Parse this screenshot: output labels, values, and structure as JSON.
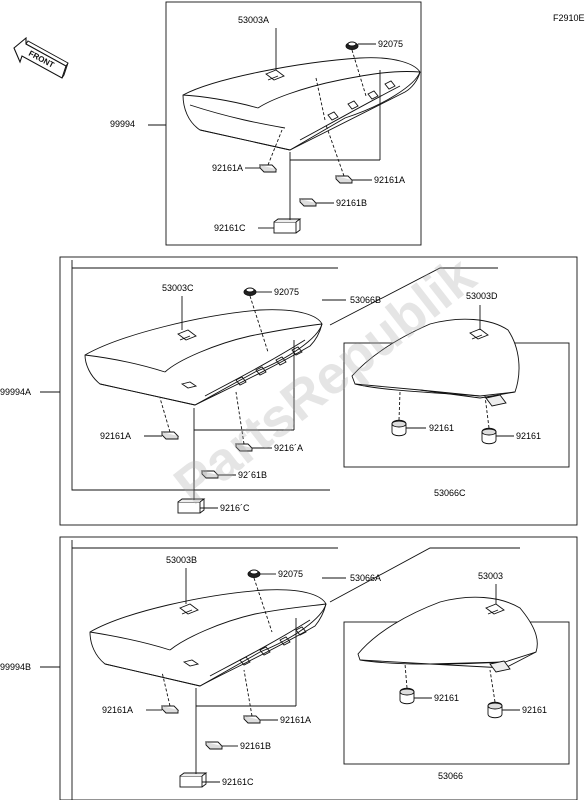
{
  "figure_code": "F2910E",
  "front_label": "FRONT",
  "watermark": "PartsRepublik",
  "top_panel": {
    "assembly": "99994",
    "cover": "53003A",
    "grommet": "92075",
    "damper_left": "92161A",
    "damper_right": "92161A",
    "damper_mid": "92161B",
    "damper_bottom": "92161C"
  },
  "middle_panel": {
    "assembly": "99994A",
    "rider_cover": "53003C",
    "grommet": "92075",
    "passenger_seat_ref": "53066B",
    "damper_left": "92161A",
    "damper_right": "9216´A",
    "damper_mid": "92´61B",
    "damper_bottom": "9216´C",
    "passenger_cover": "53003D",
    "passenger_damper_left": "92161",
    "passenger_damper_right": "92161",
    "passenger_assembly": "53066C"
  },
  "bottom_panel": {
    "assembly": "99994B",
    "rider_cover": "53003B",
    "grommet": "92075",
    "passenger_seat_ref": "53066A",
    "damper_left": "92161A",
    "damper_right": "92161A",
    "damper_mid": "92161B",
    "damper_bottom": "92161C",
    "passenger_cover": "53003",
    "passenger_damper_left": "92161",
    "passenger_damper_right": "92161",
    "passenger_assembly": "53066"
  }
}
